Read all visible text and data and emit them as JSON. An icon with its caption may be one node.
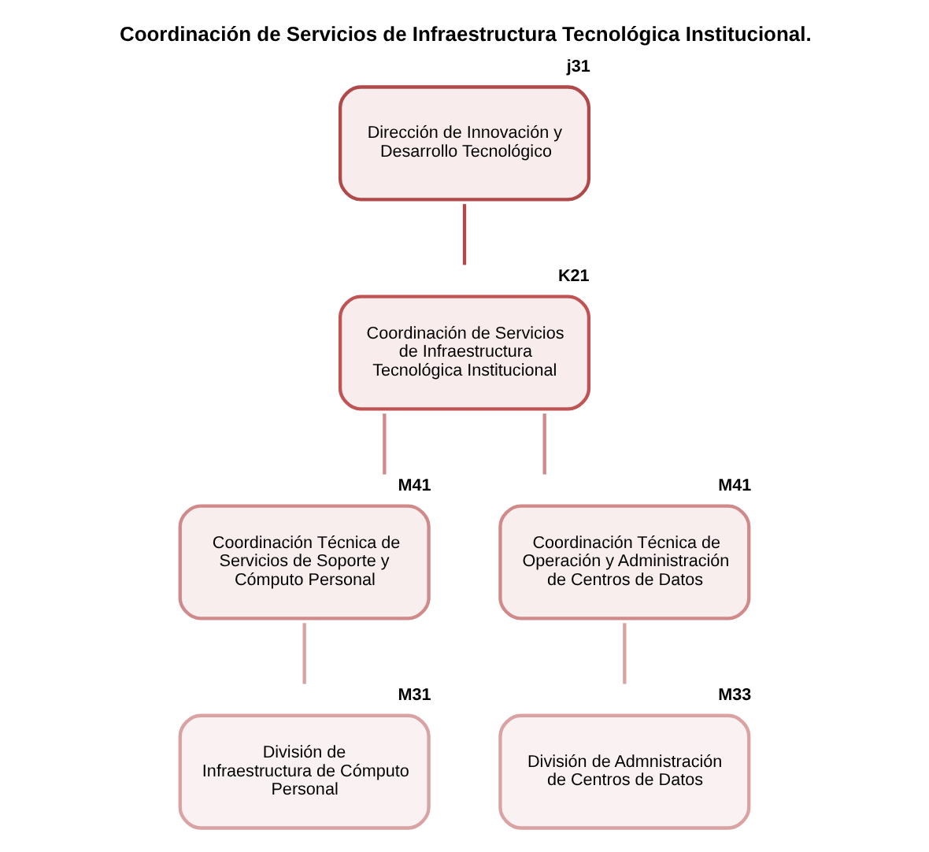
{
  "diagram": {
    "title": "Coordinación de Servicios de Infraestructura Tecnológica Institucional.",
    "nodes": [
      {
        "text": [
          "Dirección de Innovación y Desarrollo Tecnológico"
        ],
        "beside": [
          "j31"
        ]
      },
      {
        "text": [
          "Coordinación de Servicios de Infraestructura Tecnológica Institucional"
        ],
        "beside": [
          "K21"
        ]
      },
      {
        "text": [
          "Coordinación Técnica de Servicios de Soporte y Cómputo Personal"
        ],
        "beside": [
          "M41"
        ]
      },
      {
        "text": [
          "Coordinación Técnica de Operación y Administración de Centros de Datos"
        ],
        "beside": [
          "M41"
        ]
      },
      {
        "text": [
          "División de Infraestructura de Cómputo Personal"
        ],
        "beside": [
          "M31"
        ]
      },
      {
        "text": [
          "División de Admnistración de Centros de Datos"
        ],
        "beside": [
          "M33"
        ]
      }
    ],
    "edges": [
      {
        "from": 0,
        "to": 1,
        "arrow": "none"
      },
      {
        "from": 1,
        "to": 2,
        "arrow": "none"
      },
      {
        "from": 1,
        "to": 3,
        "arrow": "none"
      },
      {
        "from": 2,
        "to": 4,
        "arrow": "none"
      },
      {
        "from": 3,
        "to": 5,
        "arrow": "none"
      }
    ]
  }
}
